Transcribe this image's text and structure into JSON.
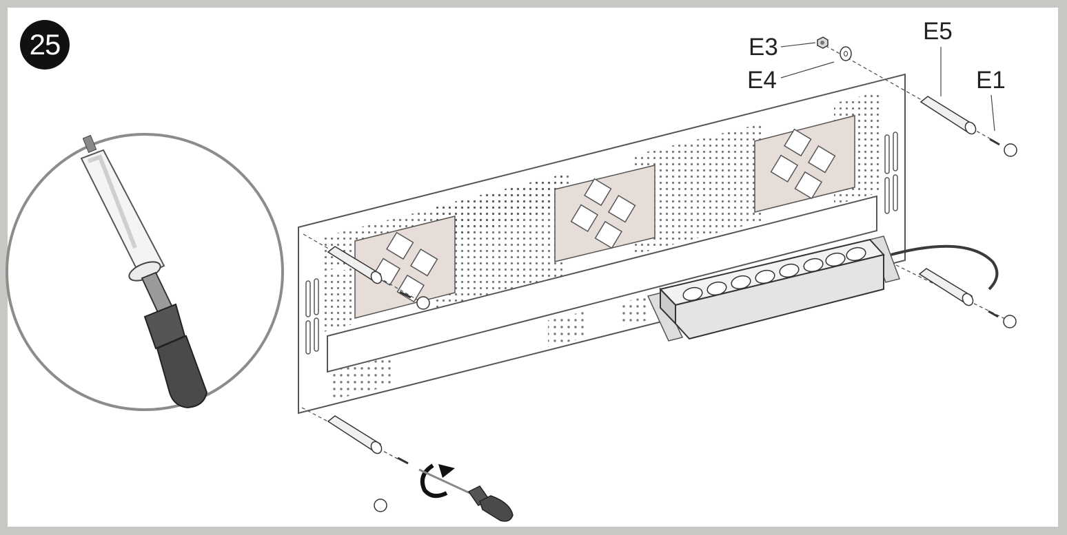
{
  "step_number": "25",
  "parts": [
    {
      "id": "E3",
      "label": "E3"
    },
    {
      "id": "E4",
      "label": "E4"
    },
    {
      "id": "E5",
      "label": "E5"
    },
    {
      "id": "E1",
      "label": "E1"
    }
  ],
  "colors": {
    "background_border": "#c8c7c4",
    "line_art": "#3a3a3a",
    "plate_tint": "#e6dcd8",
    "tool_handle": "#4a4a4a"
  },
  "icons": [
    "rotation-arrow-icon",
    "screwdriver-icon"
  ]
}
